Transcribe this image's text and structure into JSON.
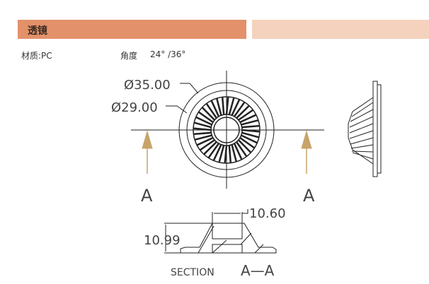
{
  "header": {
    "title": "透镜"
  },
  "specs": {
    "material": "材质:PC",
    "angle_label": "角度",
    "angle_value": "24° /36°"
  },
  "drawing": {
    "dim_outer": "Ø35.00",
    "dim_inner": "Ø29.00",
    "section_marker_left": "A",
    "section_marker_right": "A",
    "dim_width": "10.60",
    "dim_height": "10.99",
    "section_title": "SECTION",
    "section_name": "A—A",
    "arrow_color": "#c8a46a"
  }
}
